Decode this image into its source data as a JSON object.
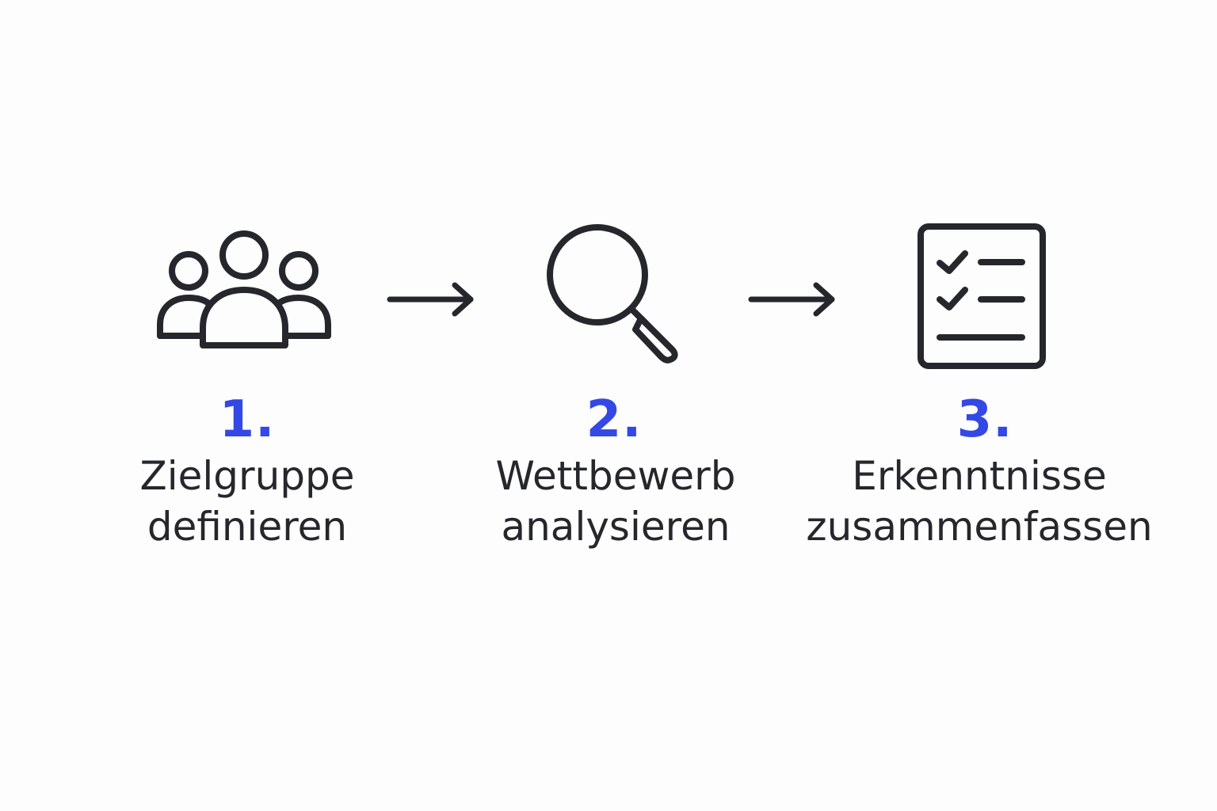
{
  "accent_color": "#3448e6",
  "text_color": "#25272c",
  "steps": [
    {
      "icon": "users-group-icon",
      "number": "1.",
      "line1": "Zielgruppe",
      "line2": "definieren"
    },
    {
      "icon": "magnifier-icon",
      "number": "2.",
      "line1": "Wettbewerb",
      "line2": "analysieren"
    },
    {
      "icon": "checklist-icon",
      "number": "3.",
      "line1": "Erkenntnisse",
      "line2": "zusammenfassen"
    }
  ]
}
